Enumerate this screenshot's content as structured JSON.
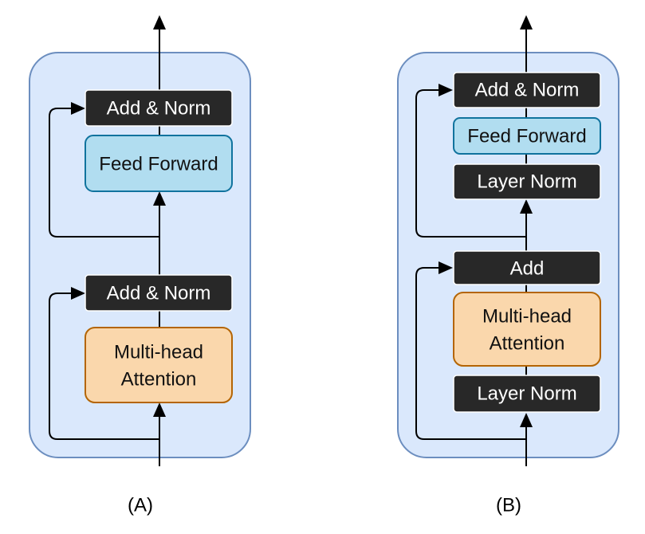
{
  "panel_a": {
    "caption": "(A)",
    "add_norm_top": "Add & Norm",
    "feed_forward": "Feed Forward",
    "add_norm_bottom": "Add & Norm",
    "mha_line1": "Multi-head",
    "mha_line2": "Attention"
  },
  "panel_b": {
    "caption": "(B)",
    "add_norm_top": "Add & Norm",
    "feed_forward": "Feed Forward",
    "layer_norm_top": "Layer Norm",
    "add": "Add",
    "mha_line1": "Multi-head",
    "mha_line2": "Attention",
    "layer_norm_bottom": "Layer Norm"
  },
  "colors": {
    "panel_fill": "#dae8fc",
    "panel_stroke": "#6c8ebf",
    "norm_block": "#282828",
    "feed_forward_fill": "#b1ddf0",
    "attention_fill": "#fad7ac"
  }
}
